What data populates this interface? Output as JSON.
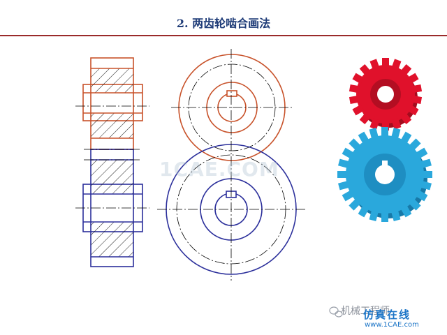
{
  "title": "2. 两齿轮啮合画法",
  "watermark_center": "1CAE.COM",
  "wechat_account": "机械工程师",
  "site_mark": "仿真在线",
  "site_url": "www.1CAE.com",
  "colors": {
    "upper_gear": "#c8522a",
    "lower_gear": "#2b2f9b",
    "centerline": "#000000",
    "hatch": "#000000",
    "gear3d_red": "#e0112b",
    "gear3d_blue": "#2aa8dc",
    "title": "#1f3c78",
    "rule": "#9a2b2b"
  }
}
